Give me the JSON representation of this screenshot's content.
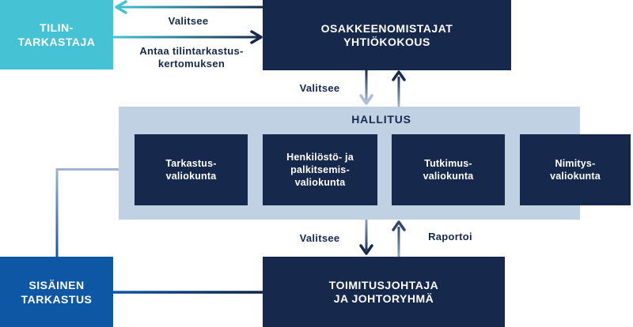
{
  "diagram": {
    "boxes": {
      "auditor": {
        "lines": [
          "TILIN-",
          "TARKASTAJA"
        ]
      },
      "shareholders": {
        "lines": [
          "OSAKKEENOMISTAJAT",
          "YHTIÖKOKOUS"
        ]
      },
      "board": {
        "title": "HALLITUS",
        "committees": [
          {
            "lines": [
              "Tarkastus-",
              "valiokunta"
            ]
          },
          {
            "lines": [
              "Henkilöstö- ja",
              "palkitsemis-",
              "valiokunta"
            ]
          },
          {
            "lines": [
              "Tutkimus-",
              "valiokunta"
            ]
          },
          {
            "lines": [
              "Nimitys-",
              "valiokunta"
            ]
          }
        ]
      },
      "ceo": {
        "lines": [
          "TOIMITUSJOHTAJA",
          "JA JOHTORYHMÄ"
        ]
      },
      "internal_audit": {
        "lines": [
          "SISÄINEN",
          "TARKASTUS"
        ]
      }
    },
    "labels": {
      "selects_auditor": "Valitsee",
      "gives_audit_report": [
        "Antaa tilintarkastus-",
        "kertomuksen"
      ],
      "selects_board": "Valitsee",
      "selects_ceo": "Valitsee",
      "reports_to_board": "Raportoi"
    },
    "colors": {
      "cyan": "#45C2D4",
      "navy": "#16294D",
      "board_bg": "#C0D1E3",
      "blue": "#0E57A4",
      "light_arrow": "#A9BDD8",
      "slate_arrow": "#31486E"
    }
  }
}
